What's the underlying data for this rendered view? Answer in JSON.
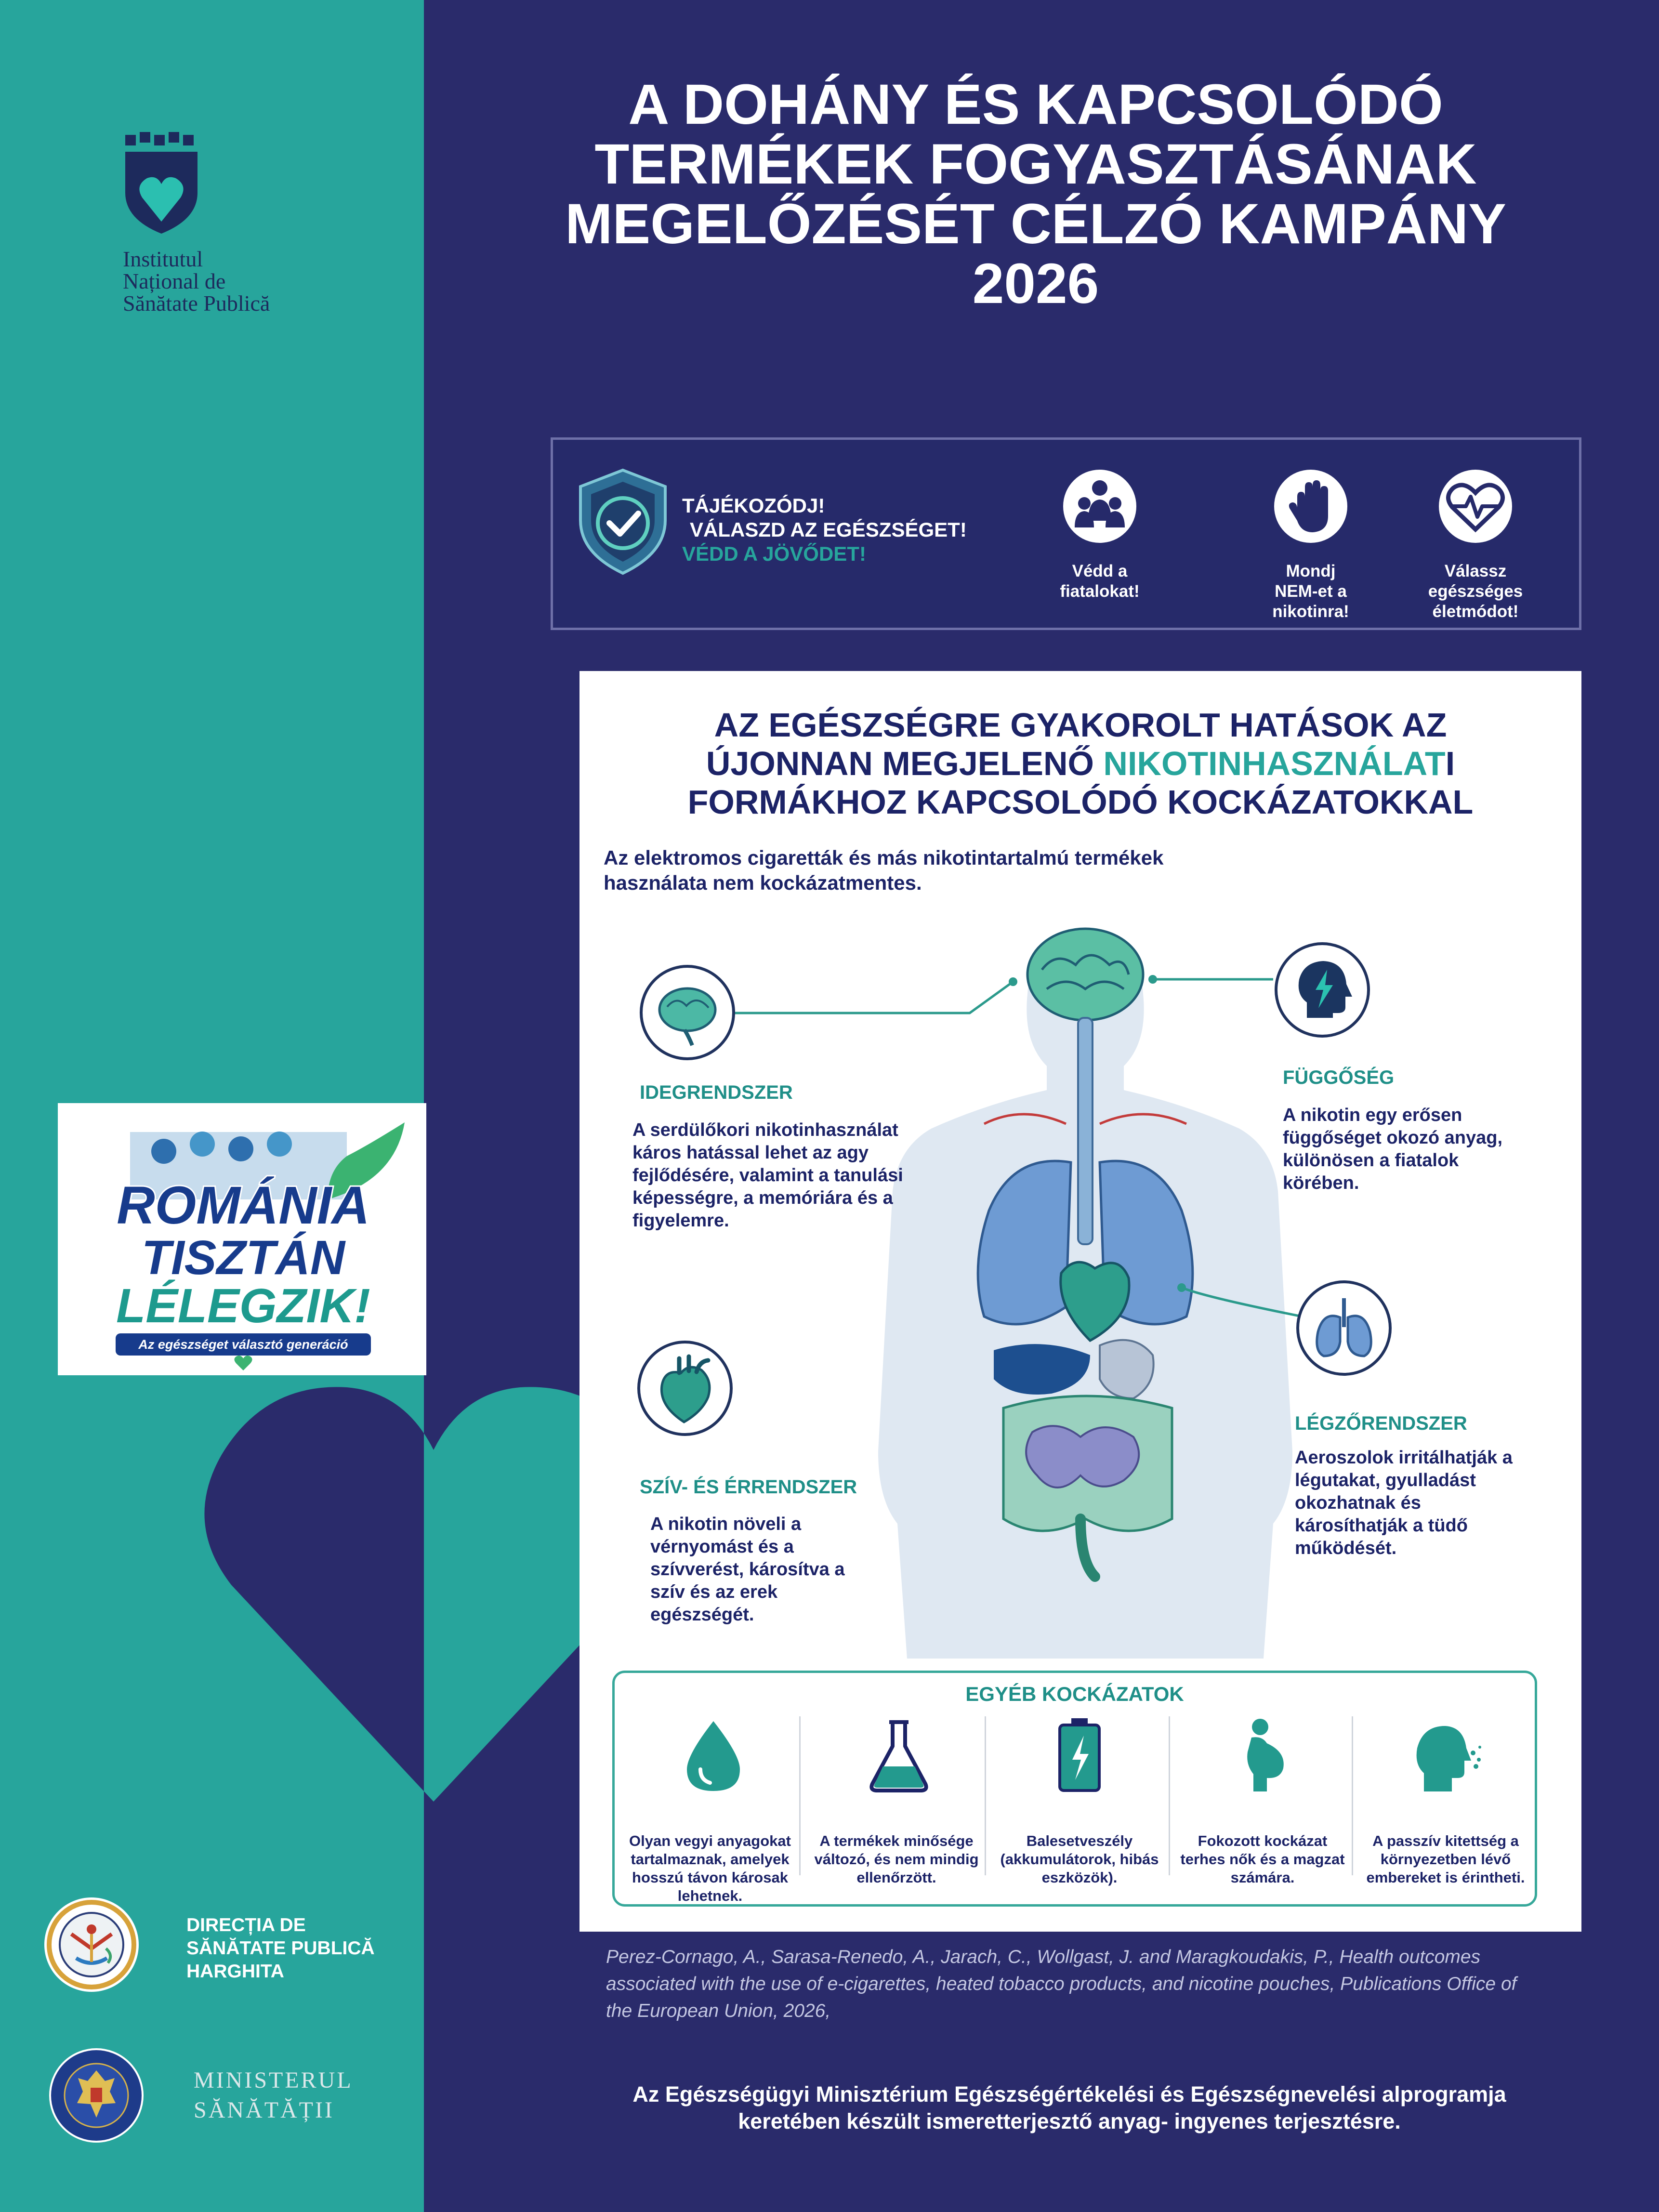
{
  "institute": {
    "lines": [
      "Institutul",
      "Național de",
      "Sănătate Publică"
    ]
  },
  "title": {
    "lines": [
      "A DOHÁNY ÉS KAPCSOLÓDÓ",
      "TERMÉKEK FOGYASZTÁSÁNAK",
      "MEGELŐZÉSÉT CÉLZÓ KAMPÁNY",
      "2026"
    ]
  },
  "banner": {
    "line1": "TÁJÉKOZÓDJ!",
    "line2": "VÁLASZD AZ EGÉSZSÉGET!",
    "line3": "VÉDD A JÖVŐDET!",
    "items": [
      {
        "icon": "family-icon",
        "lines": [
          "Védd a",
          "fiatalokat!"
        ]
      },
      {
        "icon": "stop-hand-icon",
        "lines": [
          "Mondj",
          "NEM-et a",
          "nikotinra!"
        ]
      },
      {
        "icon": "heartbeat-icon",
        "lines": [
          "Válassz",
          "egészséges",
          "életmódot!"
        ]
      }
    ]
  },
  "campaign": {
    "line1": "ROMÁNIA",
    "line2": "TISZTÁN",
    "line3": "LÉLEGZIK!",
    "tagline": "Az egészséget választó generáció"
  },
  "panel": {
    "title1": "AZ EGÉSZSÉGRE GYAKOROLT HATÁSOK AZ",
    "title2_pre": "ÚJONNAN MEGJELENŐ ",
    "title2_hl": "NIKOTINHASZNÁLAT",
    "title2_post": "I",
    "title3": "FORMÁKHOZ KAPCSOLÓDÓ KOCKÁZATOKKAL",
    "subtitle": [
      "Az elektromos cigaretták és más nikotintartalmú termékek",
      "használata nem kockázatmentes."
    ],
    "sections": {
      "nervous": {
        "heading": "IDEGRENDSZER",
        "lines": [
          "A serdülőkori nikotinhasználat",
          "káros hatással lehet az agy",
          "fejlődésére, valamint a tanulási",
          "képességre, a memóriára és a",
          "figyelemre."
        ]
      },
      "addiction": {
        "heading": "FÜGGŐSÉG",
        "lines": [
          "A nikotin egy erősen",
          "függőséget okozó anyag,",
          "különösen a fiatalok",
          "körében."
        ]
      },
      "cardio": {
        "heading": "SZÍV- ÉS ÉRRENDSZER",
        "lines": [
          "A nikotin növeli a",
          "vérnyomást és a",
          "szívverést, károsítva a",
          "szív és az erek",
          "egészségét."
        ]
      },
      "respiratory": {
        "heading": "LÉGZŐRENDSZER",
        "lines": [
          "Aeroszolok irritálhatják a",
          "légutakat, gyulladást",
          "okozhatnak és",
          "károsíthatják a tüdő",
          "működését."
        ]
      }
    },
    "other": {
      "heading": "EGYÉB KOCKÁZATOK",
      "items": [
        {
          "icon": "drop-icon",
          "lines": [
            "Olyan vegyi anyagokat",
            "tartalmaznak, amelyek",
            "hosszú távon károsak",
            "lehetnek."
          ]
        },
        {
          "icon": "flask-icon",
          "lines": [
            "A termékek minősége",
            "változó, és nem mindig",
            "ellenőrzött."
          ]
        },
        {
          "icon": "battery-icon",
          "lines": [
            "Balesetveszély",
            "(akkumulátorok, hibás",
            "eszközök)."
          ]
        },
        {
          "icon": "pregnant-icon",
          "lines": [
            "Fokozott kockázat",
            "terhes nők és a magzat",
            "számára."
          ]
        },
        {
          "icon": "passive-smoke-icon",
          "lines": [
            "A passzív kitettség a",
            "környezetben lévő",
            "embereket is érintheti."
          ]
        }
      ]
    }
  },
  "citation": {
    "lines": [
      "Perez-Cornago, A., Sarasa-Renedo, A., Jarach, C., Wollgast, J. and Maragkoudakis, P., Health outcomes",
      "associated with the use of e-cigarettes, heated tobacco products, and nicotine pouches, Publications Office of",
      "the European Union, 2026,"
    ]
  },
  "footer": {
    "lines": [
      "Az Egészségügyi Minisztérium Egészségértékelési és Egészségnevelési alprogramja",
      "keretében készült ismeretterjesztő anyag- ingyenes terjesztésre."
    ]
  },
  "dsp": {
    "lines": [
      "DIRECȚIA DE",
      "SĂNĂTATE PUBLICĂ",
      "HARGHITA"
    ]
  },
  "ministry": {
    "lines": [
      "MINISTERUL",
      "SĂNĂTĂȚII"
    ]
  },
  "colors": {
    "navy": "#2a2b6b",
    "teal": "#27a59c",
    "dark_text": "#1c2367"
  }
}
